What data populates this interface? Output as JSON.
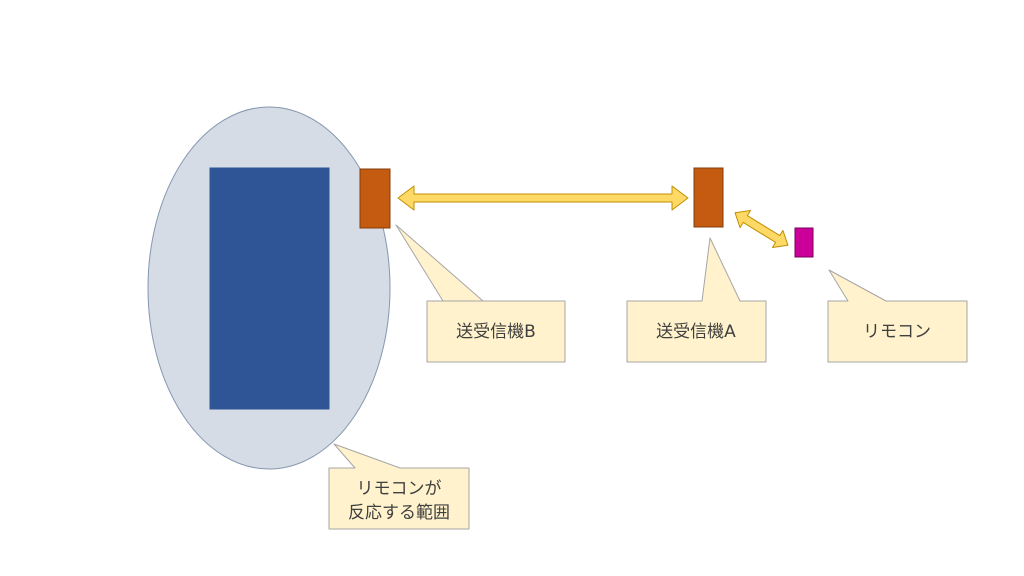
{
  "colors": {
    "background": "#ffffff",
    "range_fill": "#d6dce5",
    "range_stroke": "#8497b0",
    "device_fill": "#2f5597",
    "transceiver_fill": "#c55a11",
    "transceiver_stroke": "#843c0c",
    "remote_fill": "#cc0099",
    "remote_stroke": "#7a005c",
    "arrow_fill": "#ffd966",
    "arrow_stroke": "#bf9000",
    "callout_fill": "#fff2cc",
    "callout_stroke": "#a6a6a6",
    "text": "#404040"
  },
  "labels": {
    "transceiver_b": "送受信機B",
    "transceiver_a": "送受信機A",
    "remote": "リモコン",
    "range_line1": "リモコンが",
    "range_line2": "反応する範囲"
  }
}
